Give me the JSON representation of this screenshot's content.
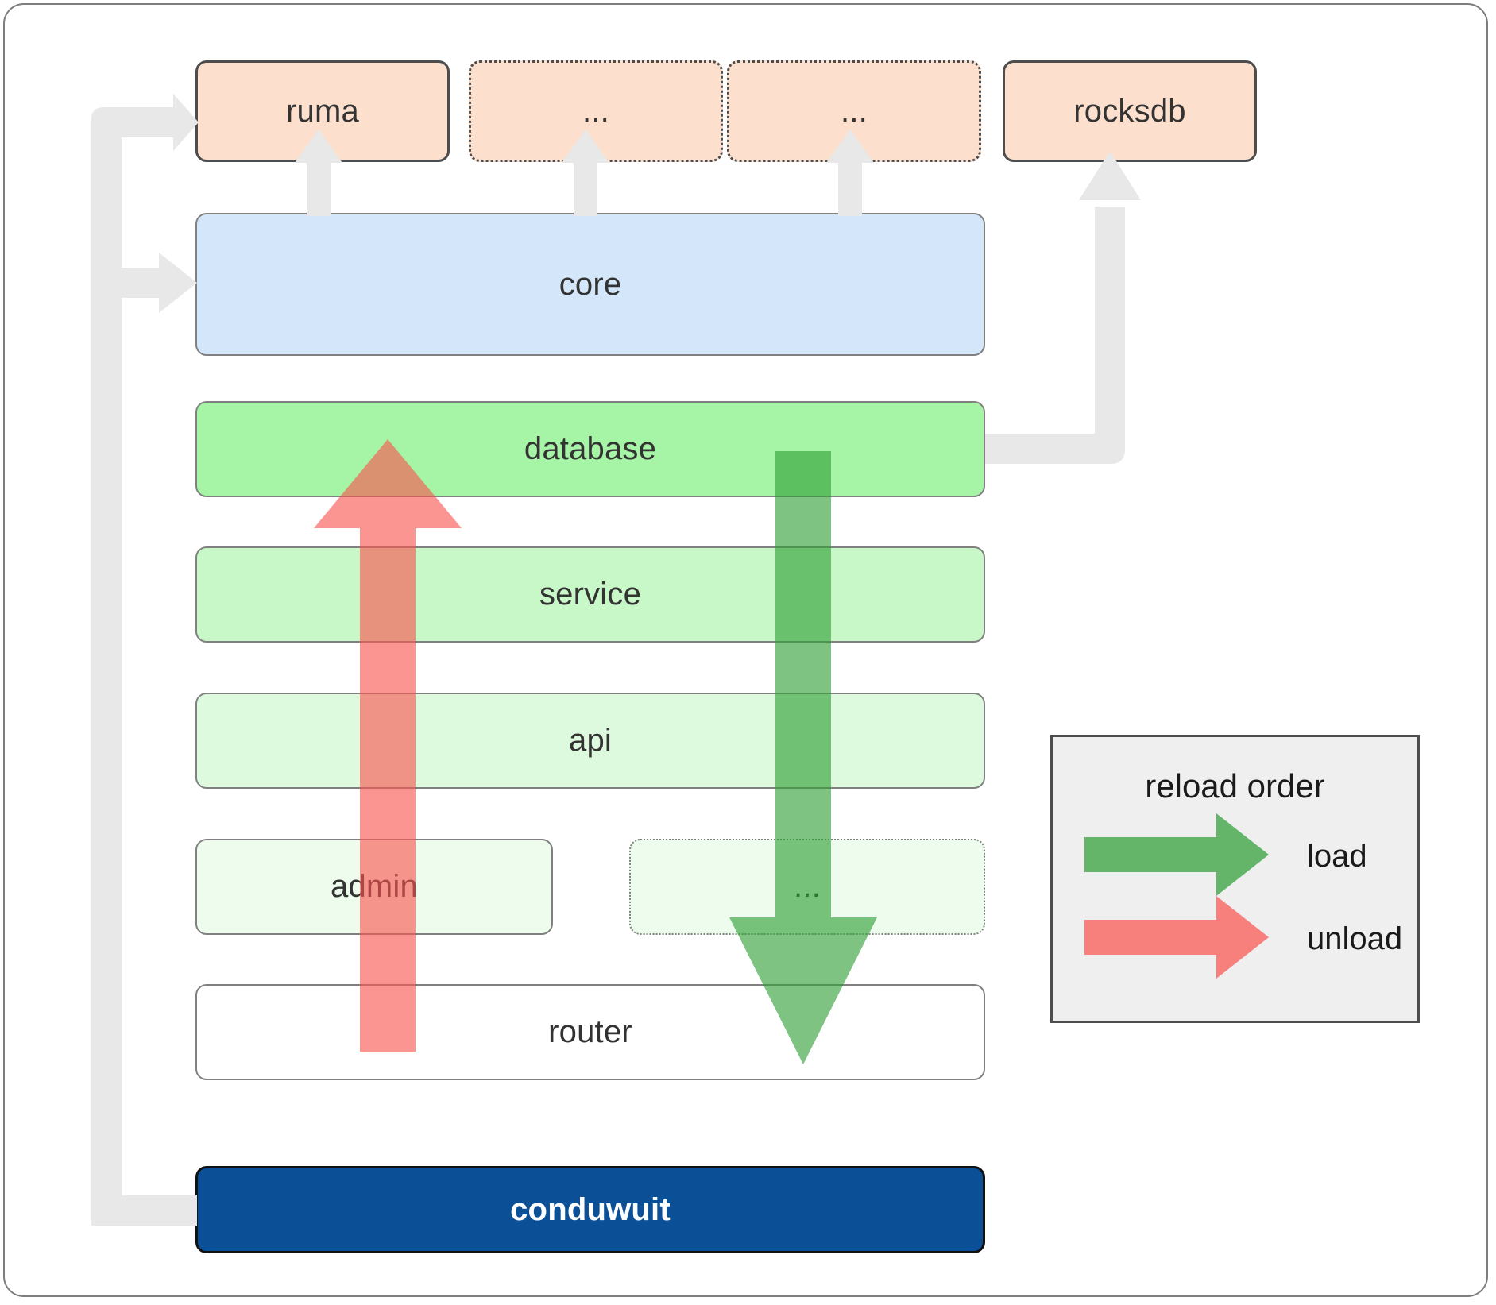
{
  "diagram": {
    "title": "conduwuit crate architecture / reload order",
    "colors": {
      "frame_border": "#7d7d7d",
      "dep_fill": "#fce0cd",
      "dep_border": "#4d4d4d",
      "core_fill": "#d4e6fa",
      "core_border": "#808080",
      "database_fill": "#a6f5a6",
      "service_fill": "#c8f7c8",
      "api_fill": "#ddfade",
      "admin_fill": "#edfced",
      "router_fill": "#ffffff",
      "root_fill": "#0b5097",
      "root_text": "#ffffff",
      "connector_gray": "#e8e8e8",
      "load_arrow": "#4caf50",
      "unload_arrow": "#f97e7e",
      "legend_bg": "#efefef",
      "legend_border": "#4d4d4d",
      "text": "#333333"
    },
    "dependencies": [
      {
        "id": "ruma",
        "label": "ruma",
        "style": "solid"
      },
      {
        "id": "dots1",
        "label": "...",
        "style": "dotted"
      },
      {
        "id": "dots2",
        "label": "...",
        "style": "dotted"
      },
      {
        "id": "rocksdb",
        "label": "rocksdb",
        "style": "solid"
      }
    ],
    "layers": [
      {
        "id": "core",
        "label": "core",
        "style": "solid"
      },
      {
        "id": "database",
        "label": "database",
        "style": "solid"
      },
      {
        "id": "service",
        "label": "service",
        "style": "solid"
      },
      {
        "id": "api",
        "label": "api",
        "style": "solid"
      },
      {
        "id": "admin",
        "label": "admin",
        "style": "solid"
      },
      {
        "id": "dots3",
        "label": "...",
        "style": "dotted"
      },
      {
        "id": "router",
        "label": "router",
        "style": "solid"
      }
    ],
    "root": {
      "id": "conduwuit",
      "label": "conduwuit"
    },
    "legend": {
      "title": "reload order",
      "entries": [
        {
          "id": "load",
          "label": "load",
          "color": "#4caf50"
        },
        {
          "id": "unload",
          "label": "unload",
          "color": "#f97e7e"
        }
      ]
    }
  }
}
